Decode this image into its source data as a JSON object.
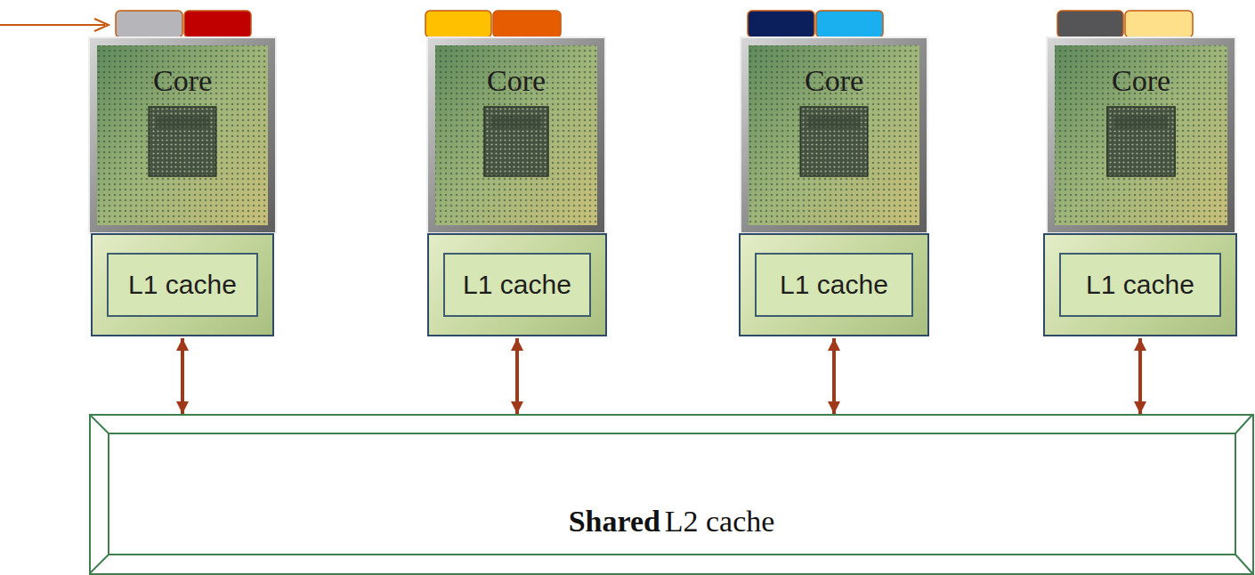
{
  "diagram": {
    "nodes": [
      {
        "text": [
          "Core"
        ]
      },
      {
        "text": [
          "Core"
        ]
      },
      {
        "text": [
          "Core"
        ]
      },
      {
        "text": [
          "Core"
        ]
      },
      {
        "text": [
          "L1 cache"
        ]
      },
      {
        "text": [
          "L1 cache"
        ]
      },
      {
        "text": [
          "L1 cache"
        ]
      },
      {
        "text": [
          "L1 cache"
        ]
      },
      {
        "text": [
          "Shared",
          "L2 cache"
        ]
      }
    ],
    "edges": [
      {
        "from": 4,
        "to": 8,
        "arrow": "both"
      },
      {
        "from": 5,
        "to": 8,
        "arrow": "both"
      },
      {
        "from": 6,
        "to": 8,
        "arrow": "both"
      },
      {
        "from": 7,
        "to": 8,
        "arrow": "both"
      }
    ]
  }
}
